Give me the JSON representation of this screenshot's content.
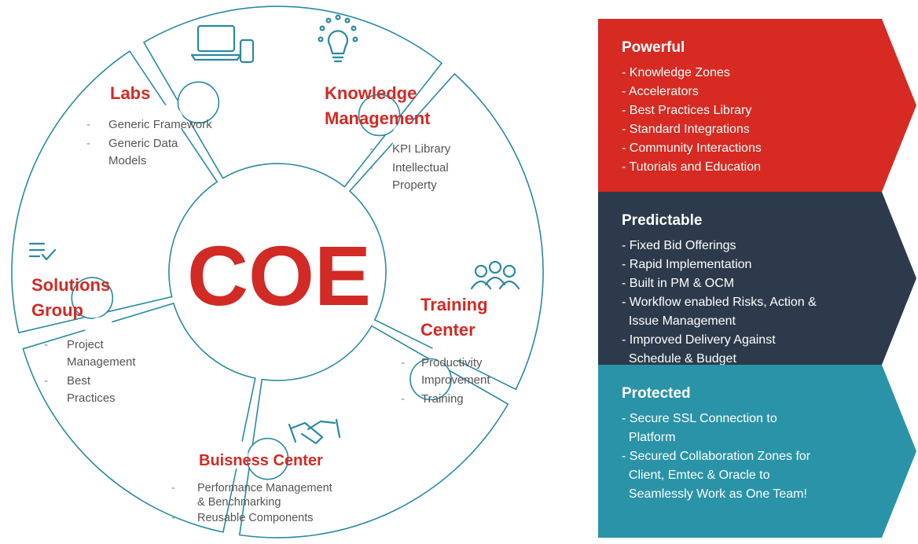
{
  "center_label": "COE",
  "segments": {
    "labs": {
      "title": [
        "Labs"
      ],
      "items": [
        [
          "Generic Framework"
        ],
        [
          "Generic Data",
          "Models"
        ]
      ],
      "icon": "devices-icon"
    },
    "knowledge": {
      "title": [
        "Knowledge",
        "Management"
      ],
      "items": [
        [
          "KPI Library"
        ],
        [
          "Intellectual",
          "Property"
        ]
      ],
      "icon": "lightbulb-icon"
    },
    "training": {
      "title": [
        "Training",
        "Center"
      ],
      "items": [
        [
          "Productivity",
          "Improvement"
        ],
        [
          "Training"
        ]
      ],
      "icon": "people-icon"
    },
    "business": {
      "title": [
        "Buisness Center"
      ],
      "items": [
        [
          "Performance Management",
          "& Benchmarking"
        ],
        [
          "Reusable Components"
        ]
      ],
      "icon": "handshake-icon"
    },
    "solutions": {
      "title": [
        "Solutions",
        "Group"
      ],
      "items": [
        [
          "Project",
          "Management"
        ],
        [
          "Best",
          "Practices"
        ]
      ],
      "icon": "checklist-icon"
    }
  },
  "chevrons": [
    {
      "title": "Powerful",
      "color": "#d62a22",
      "items": [
        "- Knowledge Zones",
        "- Accelerators",
        "- Best Practices Library",
        "- Standard Integrations",
        "- Community Interactions",
        "- Tutorials and Education"
      ]
    },
    {
      "title": "Predictable",
      "color": "#2d3a4b",
      "items": [
        "- Fixed Bid Offerings",
        "- Rapid Implementation",
        "- Built in PM & OCM",
        "- Workflow enabled Risks, Action &",
        "  Issue Management",
        "- Improved Delivery Against",
        "  Schedule & Budget"
      ]
    },
    {
      "title": "Protected",
      "color": "#2a93a8",
      "items": [
        "- Secure SSL Connection to",
        "  Platform",
        "- Secured Collaboration Zones for",
        "  Client, Emtec & Oracle to",
        "  Seamlessly Work as One Team!"
      ]
    }
  ],
  "colors": {
    "accent_red": "#d22a25",
    "ring_stroke": "#2a8aa1",
    "body_text": "#555555"
  }
}
